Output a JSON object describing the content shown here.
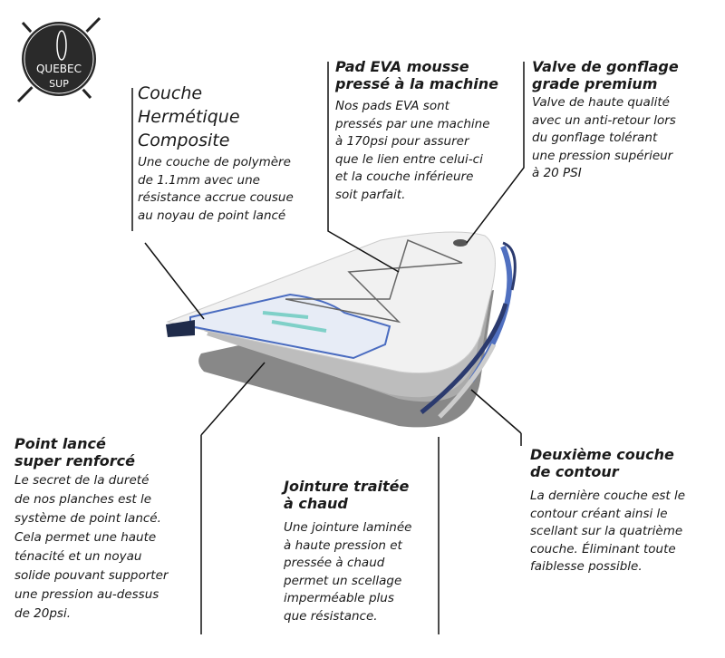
{
  "logo": {
    "line1": "QUEBEC",
    "line2": "SUP"
  },
  "callouts": {
    "couche": {
      "title": [
        "Couche",
        "Hermétique",
        "Composite"
      ],
      "body": [
        "Une couche de polymère",
        "de 1.1mm avec une",
        "résistance accrue cousue",
        "au noyau de point lancé"
      ]
    },
    "pad": {
      "title": [
        "Pad EVA mousse",
        "pressé à la machine"
      ],
      "body": [
        "Nos pads EVA sont",
        "pressés par une machine",
        "à 170psi pour assurer",
        "que le lien entre celui-ci",
        "et la couche inférieure",
        "soit parfait."
      ]
    },
    "valve": {
      "title": [
        "Valve de gonflage",
        "grade premium"
      ],
      "body": [
        "Valve de haute qualité",
        "avec un anti-retour lors",
        "du gonflage tolérant",
        "une pression supérieur",
        "à 20 PSI"
      ]
    },
    "point": {
      "title": [
        "Point lancé",
        "super renforcé"
      ],
      "body": [
        "Le secret de la dureté",
        "de nos planches est le",
        "système de point lancé.",
        "Cela permet une haute",
        "ténacité et un noyau",
        "solide pouvant supporter",
        "une pression au-dessus",
        "de 20psi."
      ]
    },
    "jointure": {
      "title": [
        "Jointure traitée",
        "à chaud"
      ],
      "body": [
        "Une jointure laminée",
        "à haute pression et",
        "pressée à chaud",
        "permet un scellage",
        "imperméable plus",
        "que résistance."
      ]
    },
    "contour": {
      "title": [
        "Deuxième couche",
        "de contour"
      ],
      "body": [
        "La dernière couche est le",
        "contour créant ainsi le",
        "scellant sur la quatrième",
        "couche. Éliminant toute",
        "faiblesse possible."
      ]
    }
  }
}
